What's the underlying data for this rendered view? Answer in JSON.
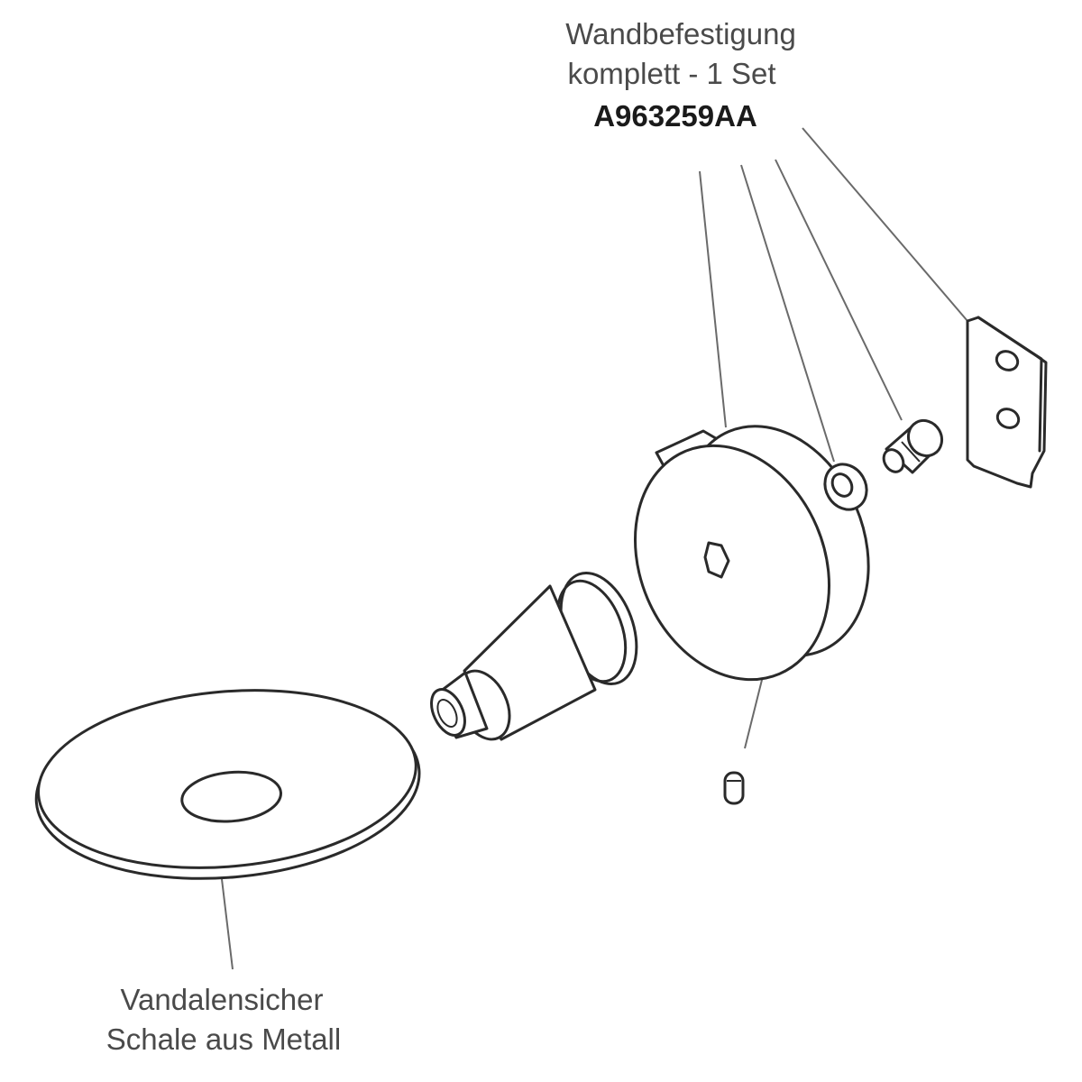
{
  "labels": {
    "wall_mount": {
      "line1": "Wandbefestigung",
      "line2": "komplett  - 1 Set",
      "part_number": "A963259AA"
    },
    "bowl": {
      "line1": "Vandalensicher",
      "line2": "Schale aus Metall"
    }
  }
}
